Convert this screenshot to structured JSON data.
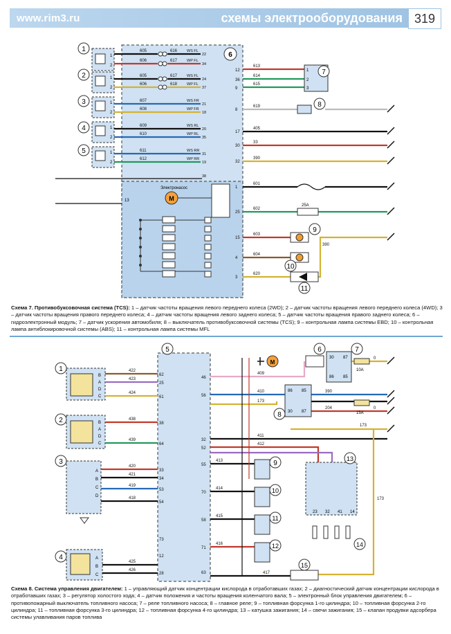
{
  "header": {
    "site": "www.rim3.ru",
    "section": "схемы электрооборудования",
    "page_number": "319"
  },
  "diagram7": {
    "caption_title": "Схема 7. Противобуксовочная система (TCS):",
    "caption_text": " 1 – датчик частоты вращения левого переднего колеса (2WD); 2 – датчик частоты вращения левого переднего колеса (4WD); 3 – датчик частоты вращения правого переднего колеса; 4 – датчик частоты вращения левого заднего колеса; 5 – датчик частоты вращения правого заднего колеса; 6 – гидроэлектронный модуль; 7 – датчик ускорения автомобиля; 8 – выключатель противобуксовочной системы (TCS); 9 – контрольная лампа системы EBD; 10 – контрольная лампа антиблокировочной системы (ABS); 11 – контрольная лампа системы MFL",
    "labels": {
      "module": "6",
      "motor": "Электронасос",
      "m": "M",
      "fuse": "25A",
      "wire13": "13",
      "wire390": "390",
      "wsfl1": "WS FL",
      "wpfl1": "WP FL",
      "wsfl2": "WS FL",
      "wpfl2": "WP FL",
      "wsfr": "WS FR",
      "wpfr": "WP FR",
      "wsrl": "WS RL",
      "wprl": "WP RL",
      "wsrr": "WS RR",
      "wprr": "WP RR"
    }
  },
  "diagram8": {
    "caption_title": "Схема 8. Система управления двигателем:",
    "caption_text": " 1 – управляющий датчик концентрации кислорода в отработавших газах; 2 – диагностический датчик концентрации кислорода в отработавших газах; 3 – регулятор холостого хода; 4 – датчик положения и частоты вращения коленчатого вала; 5 – электронный блок управления двигателем; 6 – противопожарный выключатель топливного насоса; 7 – реле топливного насоса; 8 – главное реле; 9 – топливная форсунка 1-го цилиндра; 10 – топливная форсунка 2-го цилиндра; 11 – топливная форсунка 3-го цилиндра; 12 – топливная форсунка 4-го цилиндра; 13 – катушка зажигания; 14 – свечи зажигания; 15 – клапан продувки адсорбера системы улавливания паров топлива",
    "labels": {
      "ecu": "5",
      "fuse10": "10A",
      "fuse15": "15A",
      "wire173": "173",
      "wire417": "417",
      "wire409": "409"
    }
  }
}
